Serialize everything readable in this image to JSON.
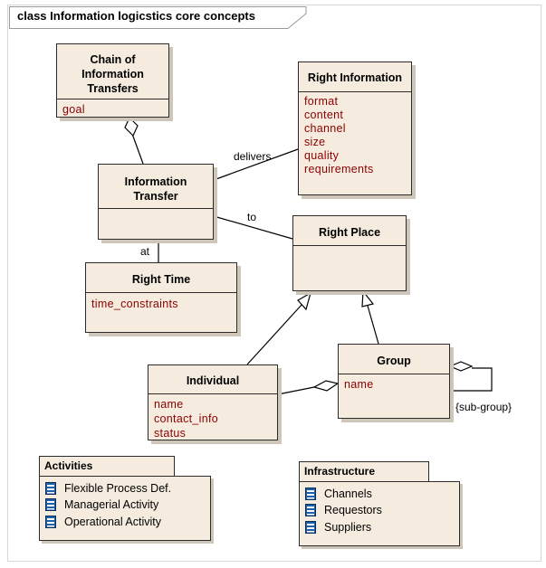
{
  "diagram_title": "class Information logicstics core concepts",
  "classes": {
    "chain": {
      "name_lines": [
        "Chain of",
        "Information",
        "Transfers"
      ],
      "attributes": [
        "goal"
      ]
    },
    "right_information": {
      "name": "Right Information",
      "attributes": [
        "format",
        "content",
        "channel",
        "size",
        "quality",
        "requirements"
      ]
    },
    "information_transfer": {
      "name_lines": [
        "Information",
        "Transfer"
      ],
      "attributes": []
    },
    "right_place": {
      "name": "Right Place",
      "attributes": []
    },
    "right_time": {
      "name": "Right Time",
      "attributes": [
        "time_constraints"
      ]
    },
    "individual": {
      "name": "Individual",
      "attributes": [
        "name",
        "contact_info",
        "status"
      ]
    },
    "group": {
      "name": "Group",
      "attributes": [
        "name"
      ]
    }
  },
  "relationship_labels": {
    "delivers": "delivers",
    "to": "to",
    "at": "at",
    "sub_group": "{sub-group}"
  },
  "packages": {
    "activities": {
      "name": "Activities",
      "items": [
        "Flexible Process Def.",
        "Managerial Activity",
        "Operational Activity"
      ]
    },
    "infrastructure": {
      "name": "Infrastructure",
      "items": [
        "Channels",
        "Requestors",
        "Suppliers"
      ]
    }
  },
  "colors": {
    "class_fill": "#f5ecdf",
    "attribute_text": "#8b0000",
    "border": "#2b2b2b",
    "icon_blue": "#1f5fa8"
  }
}
